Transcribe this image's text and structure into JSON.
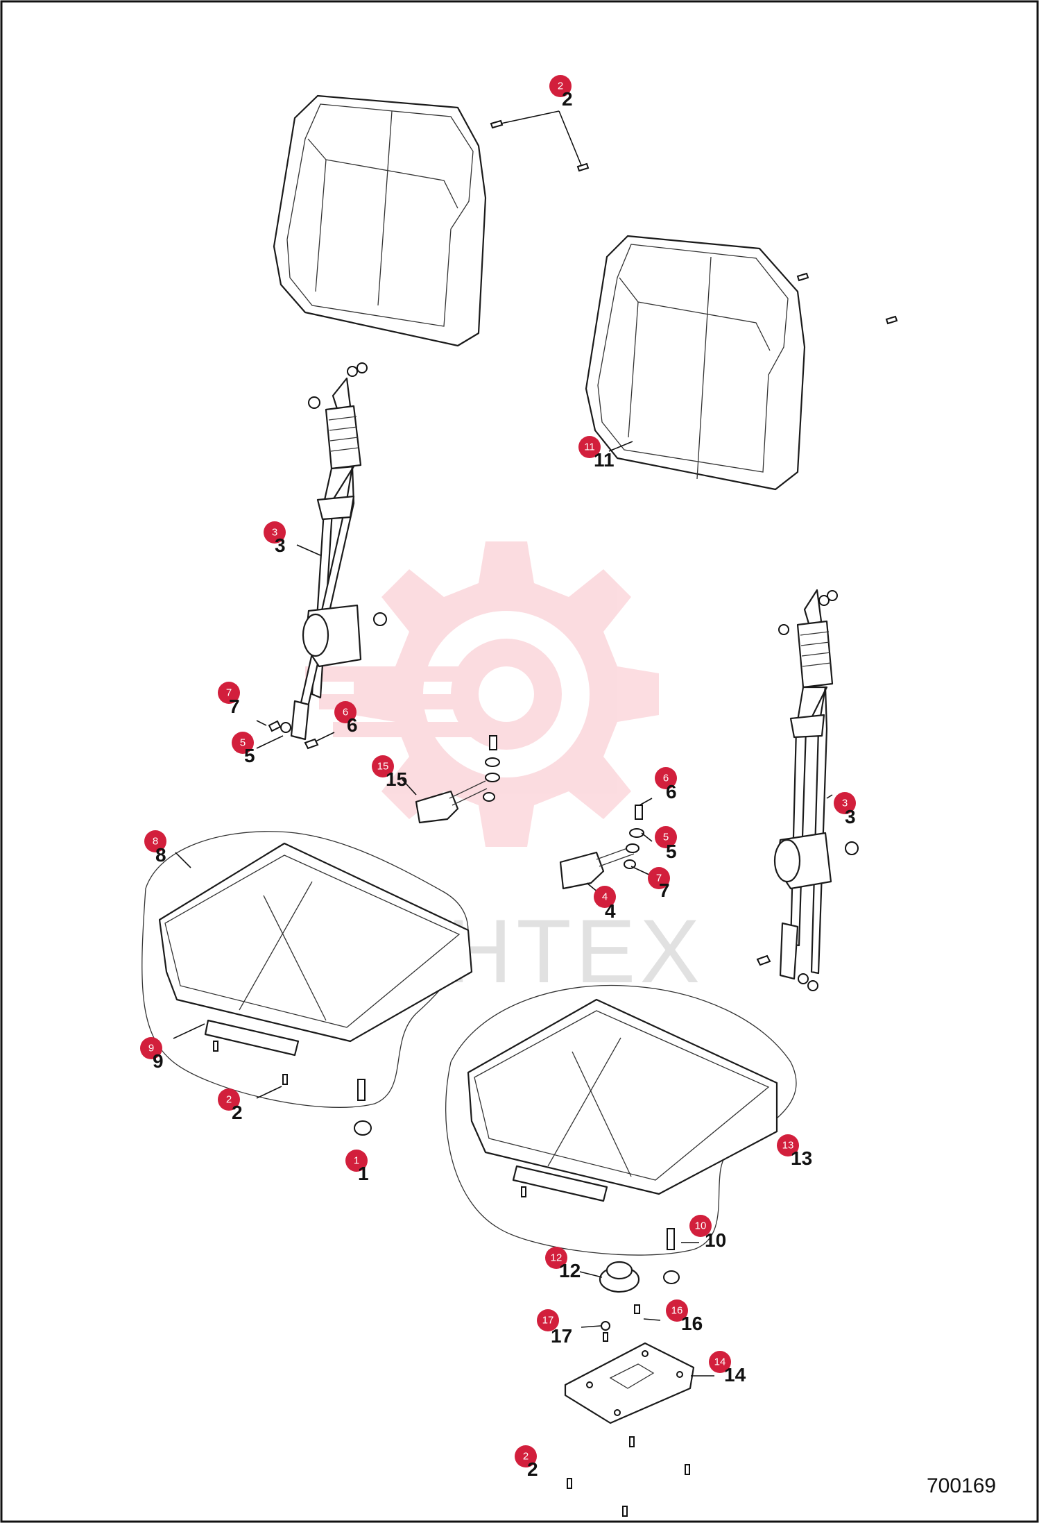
{
  "diagram": {
    "drawing_number": "700169",
    "watermark_text": "ИНТЕХ",
    "badge_color": "#d21f3c",
    "callouts": [
      {
        "id": "2",
        "badge": "2",
        "label": "2"
      },
      {
        "id": "11",
        "badge": "11",
        "label": "11"
      },
      {
        "id": "3a",
        "badge": "3",
        "label": "3"
      },
      {
        "id": "7a",
        "badge": "7",
        "label": "7"
      },
      {
        "id": "6a",
        "badge": "6",
        "label": "6"
      },
      {
        "id": "5a",
        "badge": "5",
        "label": "5"
      },
      {
        "id": "15",
        "badge": "15",
        "label": "15"
      },
      {
        "id": "6b",
        "badge": "6",
        "label": "6"
      },
      {
        "id": "3b",
        "badge": "3",
        "label": "3"
      },
      {
        "id": "5b",
        "badge": "5",
        "label": "5"
      },
      {
        "id": "7b",
        "badge": "7",
        "label": "7"
      },
      {
        "id": "4",
        "badge": "4",
        "label": "4"
      },
      {
        "id": "8",
        "badge": "8",
        "label": "8"
      },
      {
        "id": "9",
        "badge": "9",
        "label": "9"
      },
      {
        "id": "2b",
        "badge": "2",
        "label": "2"
      },
      {
        "id": "1",
        "badge": "1",
        "label": "1"
      },
      {
        "id": "13",
        "badge": "13",
        "label": "13"
      },
      {
        "id": "10",
        "badge": "10",
        "label": "10"
      },
      {
        "id": "12",
        "badge": "12",
        "label": "12"
      },
      {
        "id": "16",
        "badge": "16",
        "label": "16"
      },
      {
        "id": "17",
        "badge": "17",
        "label": "17"
      },
      {
        "id": "14",
        "badge": "14",
        "label": "14"
      },
      {
        "id": "2c",
        "badge": "2",
        "label": "2"
      }
    ]
  }
}
